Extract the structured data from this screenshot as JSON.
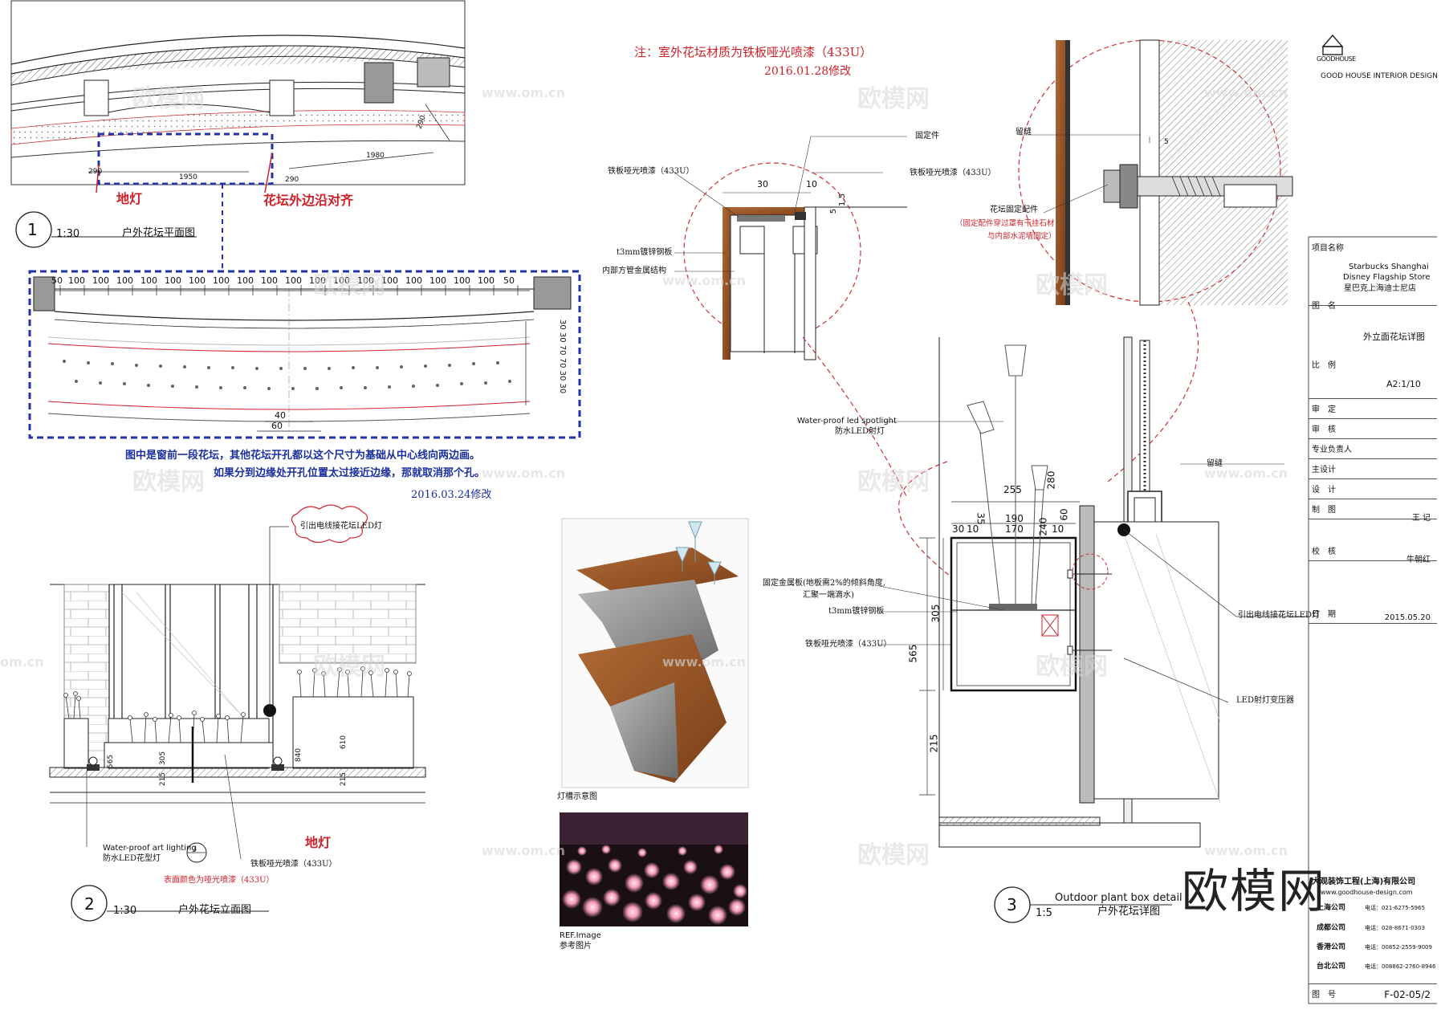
{
  "notes": {
    "material_note": "注：室外花坛材质为铁板哑光喷漆（433U）",
    "rev_note_1": "2016.01.28修改",
    "plan_note_line1": "图中是窗前一段花坛，其他花坛开孔都以这个尺寸为基础从中心线向两边画。",
    "plan_note_line2": "如果分到边缘处开孔位置太过接近边缘，那就取消那个孔。",
    "rev_note_2": "2016.03.24修改"
  },
  "plan": {
    "num": "1",
    "scale": "1:30",
    "name": "户外花坛平面图",
    "label_floor_light": "地灯",
    "label_align": "花坛外边沿对齐",
    "dim_1950": "1950",
    "dim_1980": "1980",
    "dim_290a": "290",
    "dim_290b": "290",
    "dim_290c": "290",
    "spacing_50": "50",
    "spacing_100": "100",
    "dim_40": "40",
    "dim_60": "60",
    "dim_right": "30 30 70 70 30 30"
  },
  "elevation": {
    "num": "2",
    "scale": "1:30",
    "name": "户外花坛立面图",
    "cloud_label": "引出电线接花坛LED灯",
    "label_spot_en": "Water-proof art lighting",
    "label_spot_cn": "防水LED花型灯",
    "label_floor_light": "地灯",
    "label_finish": "铁板哑光喷漆（433U）",
    "label_surface": "表面颜色为哑光喷漆（433U）",
    "dim_565": "565",
    "dim_305": "305",
    "dim_215": "215",
    "dim_840": "840",
    "dim_610": "610",
    "dim_215b": "215",
    "detail_ref": "3"
  },
  "detail_top": {
    "label_fixed": "固定件",
    "label_finish_l": "铁板哑光喷漆（433U）",
    "label_finish_r": "铁板哑光喷漆（433U）",
    "label_plate": "t3mm镀锌钢板",
    "label_tube": "内部方管金属结构",
    "dim_30": "30",
    "dim_10": "10",
    "dim_5": "5",
    "dim_15": "1.5"
  },
  "detail_fix": {
    "label_gap": "留缝",
    "label_fitting": "花坛固定配件",
    "label_fitting_note1": "（固定配件穿过罩有干挂石材",
    "label_fitting_note2": "与内部水泥墙固定）",
    "dim_5": "5"
  },
  "section": {
    "num": "3",
    "title_en": "Outdoor plant box detail",
    "scale": "1:5",
    "name": "户外花坛详图",
    "label_spot_en": "Water-proof led spotlight",
    "label_spot_cn": "防水LED射灯",
    "label_gap": "留缝",
    "label_metal1": "固定金属板(地板需2%的倾斜角度,",
    "label_metal2": "汇聚一端滴水)",
    "label_plate": "t3mm镀锌钢板",
    "label_finish": "铁板哑光喷漆（433U）",
    "label_wire": "引出电线接花坛LED灯",
    "label_transformer": "LED射灯变压器",
    "dim_255": "255",
    "dim_280": "280",
    "dim_190": "190",
    "dim_170": "170",
    "dim_240": "240",
    "dim_60": "60",
    "dim_30": "30",
    "dim_10": "10",
    "dim_35": "35",
    "dim_105": "10",
    "dim_305": "305",
    "dim_565": "565",
    "dim_215": "215"
  },
  "images": {
    "trough_caption": "灯槽示意图",
    "ref_en": "REF.Image",
    "ref_cn": "参考图片"
  },
  "titleblock": {
    "logo_text": "GOODHOUSE",
    "company_en": "GOOD HOUSE INTERIOR DESIGN",
    "project_label": "项目名称",
    "project_en1": "Starbucks Shanghai",
    "project_en2": "Disney Flagship Store",
    "project_cn": "星巴克上海迪士尼店",
    "drawing_label": "图　名",
    "drawing_name": "外立面花坛详图",
    "scale_label": "比　例",
    "scale_value": "A2:1/10",
    "rows": [
      {
        "label": "审　定",
        "value": ""
      },
      {
        "label": "审　核",
        "value": ""
      },
      {
        "label": "专业负责人",
        "value": ""
      },
      {
        "label": "主设计",
        "value": ""
      },
      {
        "label": "设　计",
        "value": ""
      },
      {
        "label": "制　图",
        "value": "王 记"
      },
      {
        "label": "校　核",
        "value": "牛朝红"
      }
    ],
    "date_label": "日　期",
    "date_value": "2015.05.20",
    "company_cn": "大观装饰工程(上海)有限公司",
    "website": "www.goodhouse-design.com",
    "offices": [
      {
        "name": "上海公司",
        "tel": "电话：021-6275-5965"
      },
      {
        "name": "成都公司",
        "tel": "电话：028-8671-0303"
      },
      {
        "name": "香港公司",
        "tel": "电话：00852-2559-9009"
      },
      {
        "name": "台北公司",
        "tel": "电话：008862-2760-8946"
      }
    ],
    "sheet_label": "图　号",
    "sheet_no": "F-02-05/2"
  },
  "watermark": {
    "brand": "欧模网",
    "url": "www.om.cn",
    "domain_fragment": "om.cn"
  },
  "colors": {
    "accent_red": "#d0202a",
    "note_blue": "#1a2f9c",
    "dash_blue": "#2233aa",
    "line": "#222222",
    "wood": "#9c5a2c"
  }
}
